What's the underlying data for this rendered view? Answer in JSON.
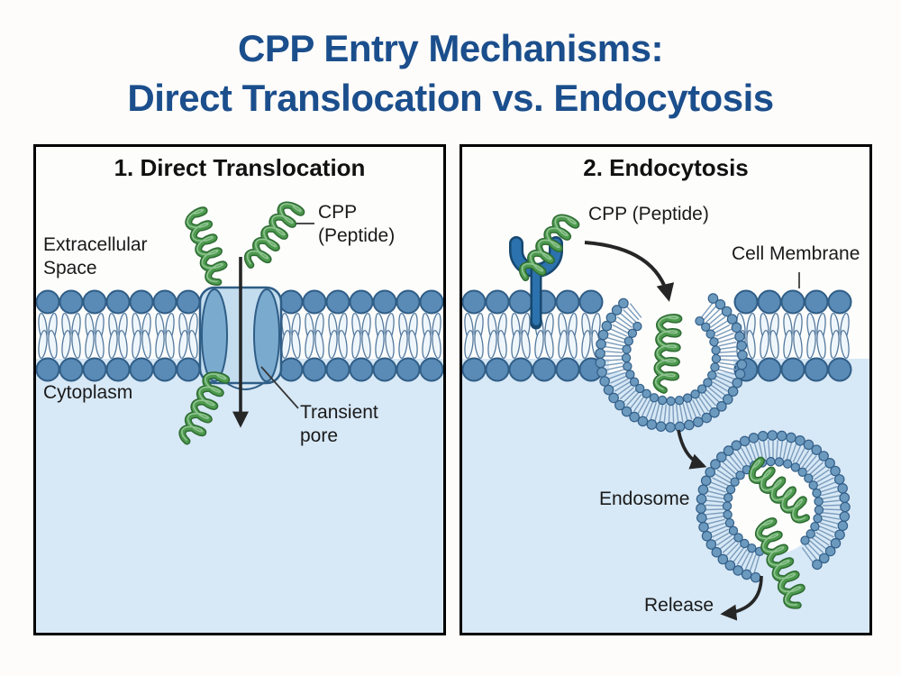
{
  "title": {
    "line1": "CPP Entry Mechanisms:",
    "line2": "Direct Translocation vs. Endocytosis"
  },
  "panels": {
    "left": {
      "heading": "1. Direct Translocation",
      "labels": {
        "extracellular": "Extracellular Space",
        "cpp": "CPP (Peptide)",
        "cytoplasm": "Cytoplasm",
        "transient_pore": "Transient pore"
      }
    },
    "right": {
      "heading": "2. Endocytosis",
      "labels": {
        "cpp": "CPP (Peptide)",
        "cell_membrane": "Cell Membrane",
        "endosome": "Endosome",
        "release": "Release"
      }
    }
  },
  "colors": {
    "title_blue": "#1b4e8c",
    "membrane_head": "#5a8ab6",
    "membrane_head_stroke": "#2f5d86",
    "tail_fill": "#f0f7fc",
    "tail_stroke": "#557a9f",
    "cytoplasm": "#d7e8f6",
    "extracellular": "#fdfdfc",
    "pore_fill": "#c3ddef",
    "pore_pillar": "#7baacf",
    "bead_fill": "#6c9abf",
    "bead_stroke": "#335f88",
    "tick": "#7b9dbd",
    "helix_dark": "#2e6b33",
    "helix_mid": "#4d9a4e",
    "helix_light": "#90c492",
    "receptor": "#2b72ae",
    "receptor_dark": "#16486f",
    "arrow": "#262626",
    "pointer": "#333333",
    "label": "#1a1a1a"
  }
}
